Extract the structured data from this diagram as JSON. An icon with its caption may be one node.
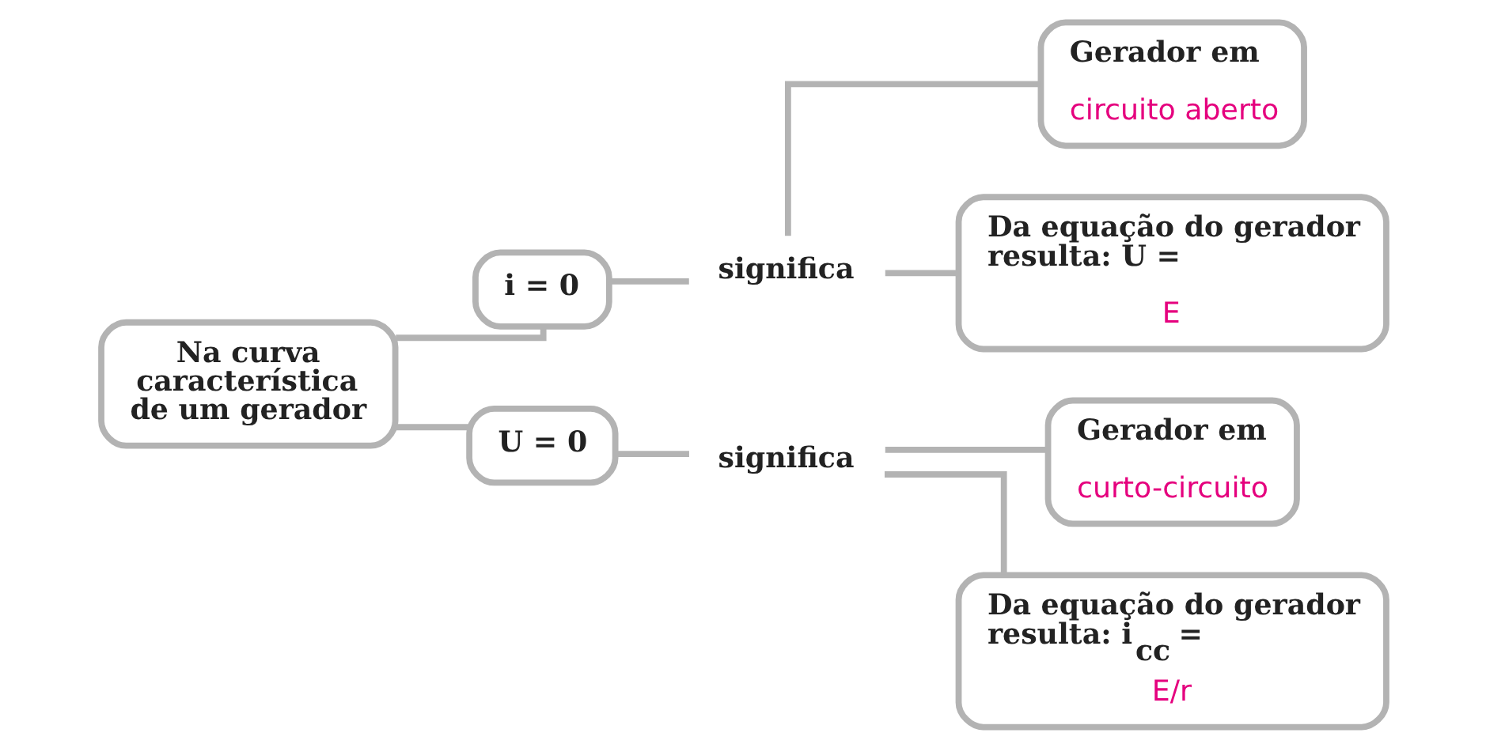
{
  "diagram": {
    "nodes": [
      {
        "text": [
          "Na curva característica de um gerador"
        ]
      },
      {
        "text": [
          "i = 0"
        ]
      },
      {
        "text": [
          "U = 0"
        ]
      },
      {
        "text": [
          "significa"
        ]
      },
      {
        "text": [
          "significa"
        ]
      },
      {
        "text": [
          "Gerador em",
          "circuito aberto"
        ]
      },
      {
        "text": [
          "Da equação do gerador resulta: U =",
          "E"
        ]
      },
      {
        "text": [
          "Gerador em",
          "curto-circuito"
        ]
      },
      {
        "text": [
          "Da equação do gerador resulta: i$_{cc}$ =",
          "E/r"
        ]
      }
    ],
    "edges": [
      {
        "from": 0,
        "to": 1,
        "arrow": "none"
      },
      {
        "from": 0,
        "to": 2,
        "arrow": "none"
      },
      {
        "from": 1,
        "to": 3,
        "arrow": "none"
      },
      {
        "from": 3,
        "to": 5,
        "arrow": "none"
      },
      {
        "from": 3,
        "to": 6,
        "arrow": "none"
      },
      {
        "from": 2,
        "to": 4,
        "arrow": "none"
      },
      {
        "from": 4,
        "to": 7,
        "arrow": "none"
      },
      {
        "from": 4,
        "to": 8,
        "arrow": "none"
      }
    ]
  }
}
